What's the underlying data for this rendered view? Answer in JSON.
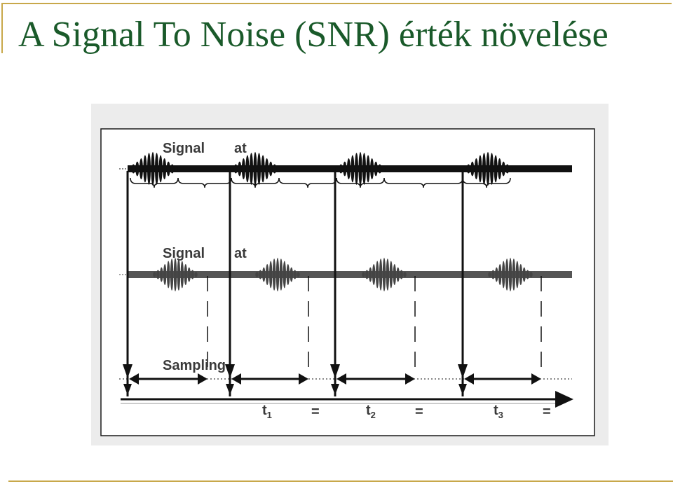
{
  "slide": {
    "title": "A Signal To Noise (SNR) érték növelése"
  },
  "diagram": {
    "row1": {
      "label_signal": "Signal",
      "label_at": "at"
    },
    "row2": {
      "label_signal": "Signal",
      "label_at": "at"
    },
    "row3": {
      "label_sampling": "Sampling"
    },
    "time_labels": [
      {
        "t": "t",
        "sub": "1",
        "eq": "="
      },
      {
        "t": "t",
        "sub": "2",
        "eq": "="
      },
      {
        "t": "t",
        "sub": "3",
        "eq": "="
      }
    ],
    "colors": {
      "frame_bg": "#ececec",
      "panel_bg": "#ffffff",
      "ink": "#111111",
      "signal_gray": "#404040",
      "title_green": "#1a5a2a",
      "rule_gold": "#c8a84a"
    }
  }
}
